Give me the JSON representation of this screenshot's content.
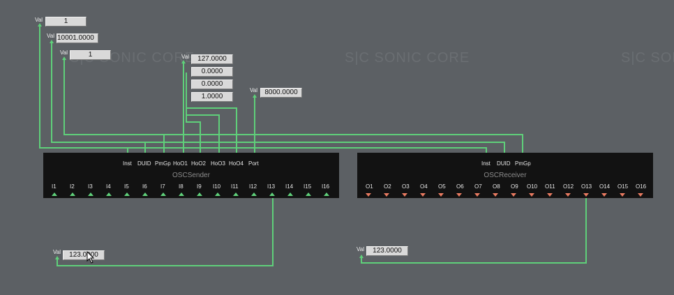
{
  "watermark_texts": [
    "S|C  SONIC CORE",
    "S|C  SONIC CORE",
    "S|C  SONIC CORE"
  ],
  "val_label": "Val",
  "value_boxes": [
    "1",
    "10001.0000",
    "1",
    "127.0000",
    "0.0000",
    "0.0000",
    "1.0000",
    "8000.0000",
    "123.0000",
    "123.0000"
  ],
  "sender": {
    "title": "OSCSender",
    "inputs": [
      "Inst",
      "DUID",
      "PmGp",
      "HoO1",
      "HoO2",
      "HoO3",
      "HoO4",
      "Port"
    ],
    "outputs": [
      "I1",
      "I2",
      "I3",
      "I4",
      "I5",
      "I6",
      "I7",
      "I8",
      "I9",
      "I10",
      "I11",
      "I12",
      "I13",
      "I14",
      "I15",
      "I16"
    ]
  },
  "receiver": {
    "title": "OSCReceiver",
    "inputs": [
      "Inst",
      "DUID",
      "PmGp"
    ],
    "outputs": [
      "O1",
      "O2",
      "O3",
      "O4",
      "O5",
      "O6",
      "O7",
      "O8",
      "O9",
      "O10",
      "O11",
      "O12",
      "O13",
      "O14",
      "O15",
      "O16"
    ]
  },
  "colors": {
    "background": "#5c6064",
    "wire": "#5fd07a",
    "module_bg": "#121212",
    "receiver_output_pin": "#e87a60"
  }
}
